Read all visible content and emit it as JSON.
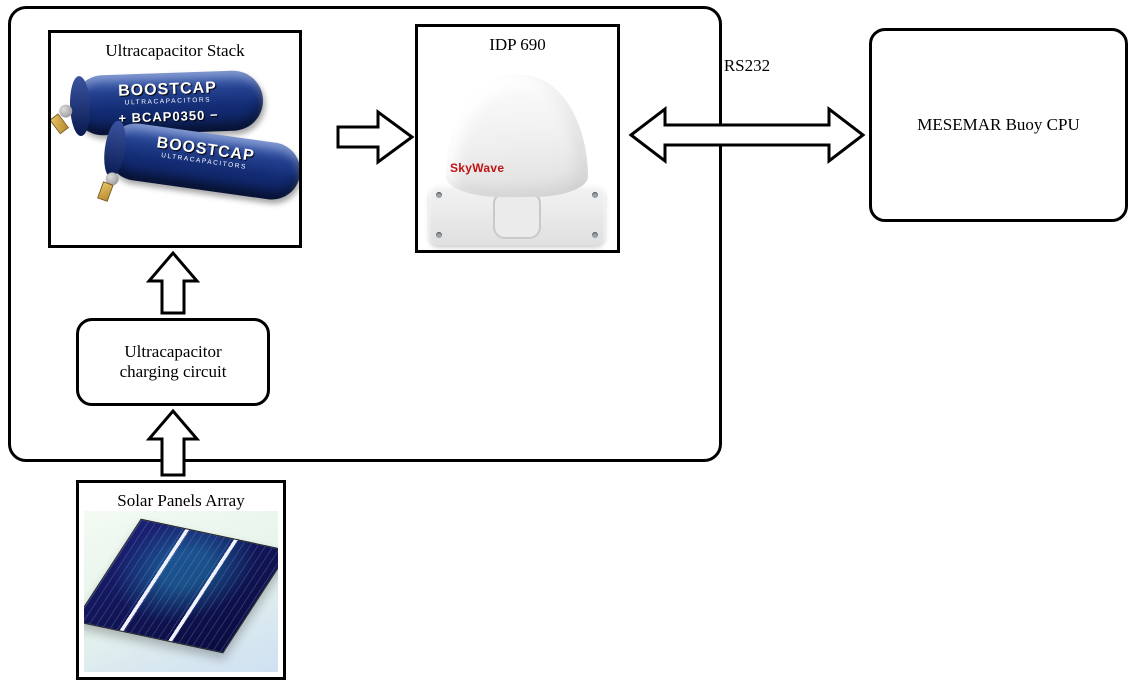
{
  "diagram": {
    "ultracap_stack": {
      "title": "Ultracapacitor Stack"
    },
    "idp690": {
      "title": "IDP 690"
    },
    "mesemar": {
      "title": "MESEMAR Buoy CPU"
    },
    "charging_circuit": {
      "title": "Ultracapacitor charging circuit"
    },
    "solar": {
      "title": "Solar Panels Array"
    },
    "rs232": {
      "label": "RS232"
    },
    "boostcap": {
      "brand": "BOOSTCAP",
      "subbrand": "ULTRACAPACITORS",
      "model_line": "+ BCAP0350 −"
    },
    "skywave": {
      "brand": "SkyWave"
    },
    "colors": {
      "capacitor_blue": "#16307e",
      "skywave_red": "#c01414",
      "panel_navy": "#121656",
      "border_black": "#000000"
    }
  }
}
